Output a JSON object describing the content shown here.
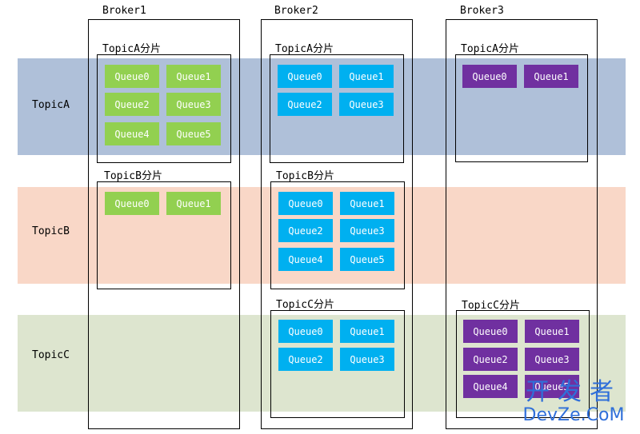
{
  "rows": {
    "topic_a": "TopicA",
    "topic_b": "TopicB",
    "topic_c": "TopicC"
  },
  "brokers": {
    "b1": "Broker1",
    "b2": "Broker2",
    "b3": "Broker3"
  },
  "partitions": {
    "a": "TopicA分片",
    "b": "TopicB分片",
    "c": "TopicC分片"
  },
  "queues": [
    "Queue0",
    "Queue1",
    "Queue2",
    "Queue3",
    "Queue4",
    "Queue5"
  ],
  "colors": {
    "topic_a_band": "#afc0d9",
    "topic_b_band": "#f9d7c7",
    "topic_c_band": "#dde5cf",
    "broker1_queue": "#92d050",
    "broker2_queue": "#00b0f0",
    "broker3_queue": "#7030a0"
  },
  "watermark": {
    "line1": "开发者",
    "line2": "DevZe.CoM"
  }
}
